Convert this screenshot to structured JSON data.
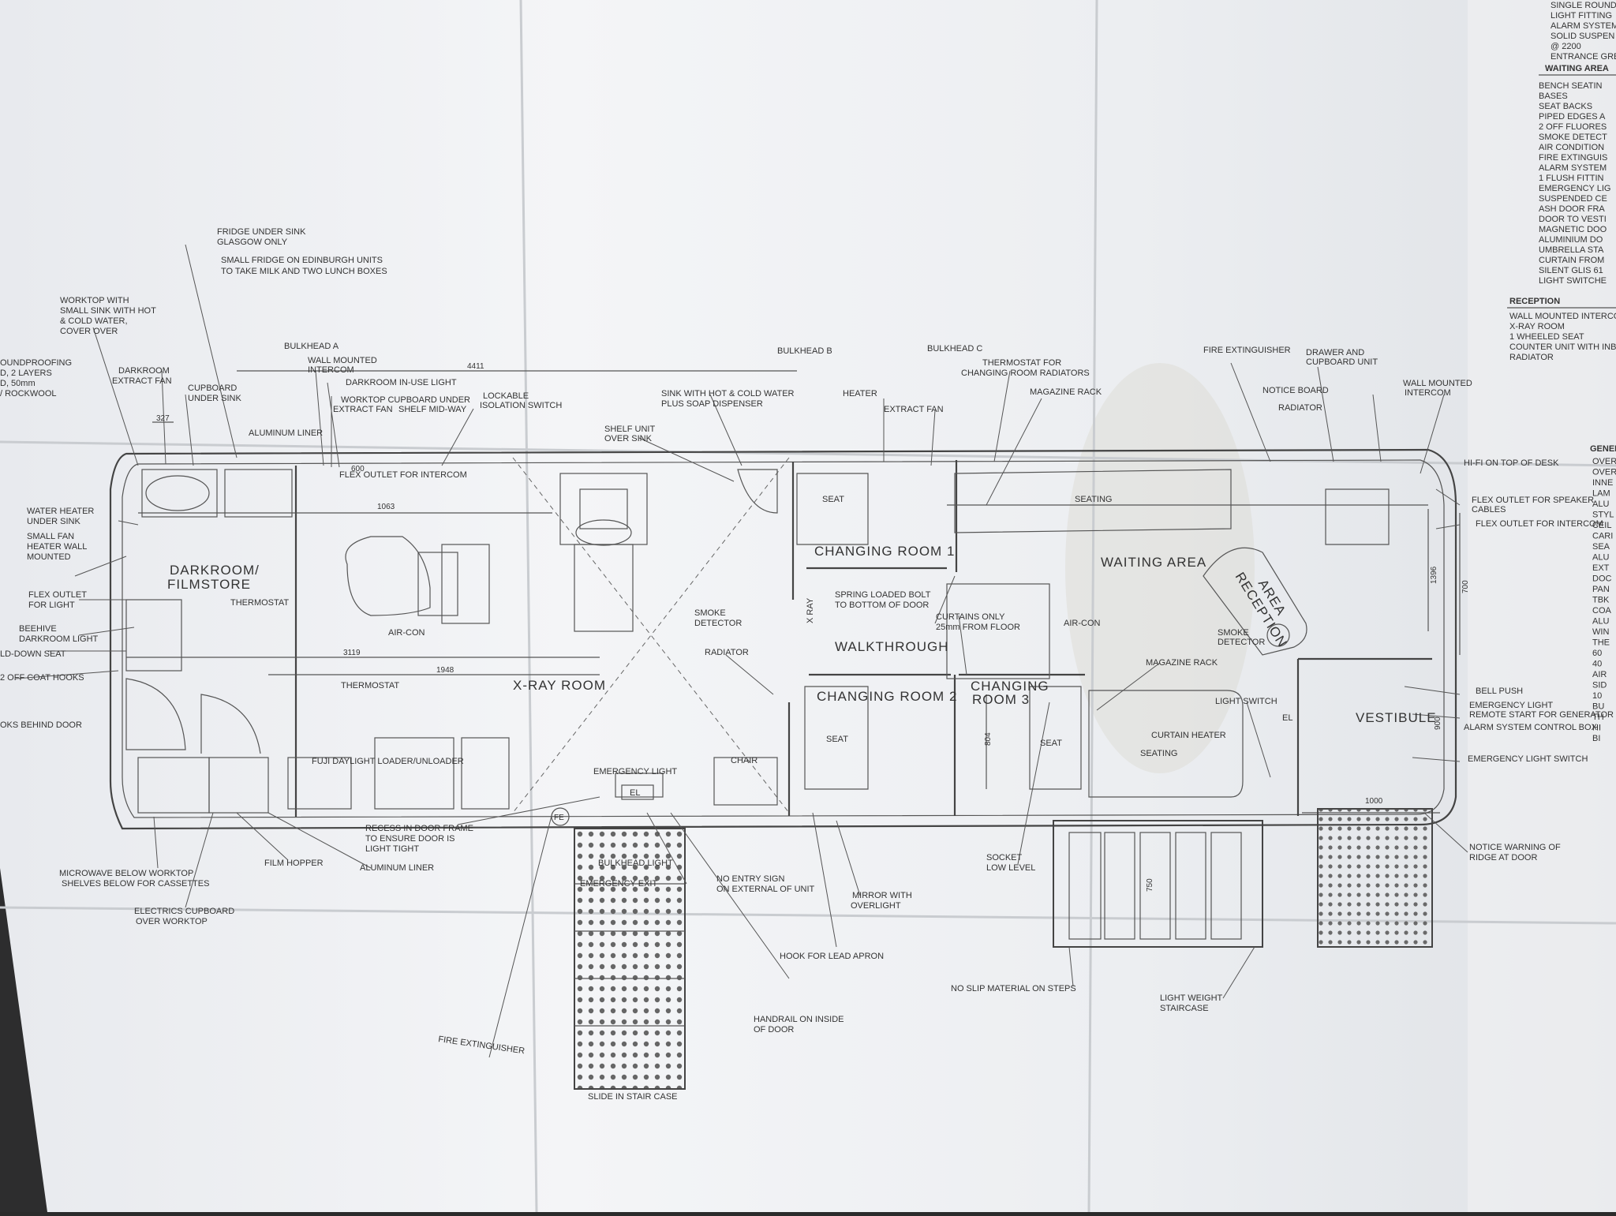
{
  "labels": {
    "fridge": "FRIDGE UNDER SINK",
    "glasgow": "GLASGOW ONLY",
    "small_fridge": "SMALL FRIDGE ON EDINBURGH UNITS",
    "milk": "TO TAKE MILK AND TWO LUNCH BOXES",
    "worktop1": "WORKTOP WITH",
    "worktop2": "SMALL SINK WITH HOT",
    "worktop3": "& COLD WATER,",
    "worktop4": "COVER OVER",
    "sound1": "OUNDPROOFING",
    "sound2": "D, 2 LAYERS",
    "sound3": "D, 50mm",
    "sound4": "/ ROCKWOOL",
    "dr_fan1": "DARKROOM",
    "dr_fan2": "EXTRACT FAN",
    "cupboard1": "CUPBOARD",
    "cupboard2": "UNDER SINK",
    "bulkhead_a": "BULKHEAD  A",
    "wall_intercom1": "WALL MOUNTED",
    "wall_intercom2": "INTERCOM",
    "dr_light": "DARKROOM IN-USE LIGHT",
    "worktop_cb": "WORKTOP CUPBOARD UNDER",
    "extract_shelf1": "EXTRACT FAN",
    "extract_shelf2": "SHELF MID-WAY",
    "lockable1": "LOCKABLE",
    "lockable2": "ISOLATION SWITCH",
    "alu_liner": "ALUMINUM LINER",
    "flex_intercom": "FLEX OUTLET FOR INTERCOM",
    "water_heater1": "WATER HEATER",
    "water_heater2": "UNDER SINK",
    "small_fan1": "SMALL FAN",
    "small_fan2": "HEATER WALL",
    "small_fan3": "MOUNTED",
    "flex_light1": "FLEX OUTLET",
    "flex_light2": "FOR LIGHT",
    "beehive1": "BEEHIVE",
    "beehive2": "DARKROOM LIGHT",
    "fold_seat": "LD-DOWN SEAT",
    "coat_hooks": "2 OFF COAT HOOKS",
    "hooks_door": "OKS BEHIND DOOR",
    "darkroom1": "DARKROOM/",
    "darkroom2": "FILMSTORE",
    "thermostat": "THERMOSTAT",
    "aircon": "AIR-CON",
    "xray_room": "X-RAY  ROOM",
    "fuji": "FUJI DAYLIGHT LOADER/UNLOADER",
    "microwave1": "MICROWAVE BELOW WORKTOP",
    "microwave2": "SHELVES BELOW FOR CASSETTES",
    "electrics1": "ELECTRICS CUPBOARD",
    "electrics2": "OVER WORKTOP",
    "film_hopper": "FILM HOPPER",
    "alu_liner2": "ALUMINUM LINER",
    "recess1": "RECESS IN DOOR FRAME",
    "recess2": "TO ENSURE DOOR IS",
    "recess3": "LIGHT TIGHT",
    "fire_ext": "FIRE EXTINGUISHER",
    "slide": "SLIDE IN STAIR CASE",
    "bulkhead_light": "BULKHEAD LIGHT",
    "emergency_exit": "EMERGENCY EXIT",
    "emergency_light": "EMERGENCY LIGHT",
    "no_entry1": "NO ENTRY SIGN",
    "no_entry2": "ON EXTERNAL OF UNIT",
    "handrail1": "HANDRAIL ON INSIDE",
    "handrail2": "OF DOOR",
    "hook_apron": "HOOK FOR LEAD APRON",
    "mirror1": "MIRROR WITH",
    "mirror2": "OVERLIGHT",
    "socket1": "SOCKET",
    "socket2": "LOW LEVEL",
    "no_slip": "NO SLIP MATERIAL ON STEPS",
    "light_stair1": "LIGHT WEIGHT",
    "light_stair2": "STAIRCASE",
    "notice_ridge1": "NOTICE WARNING OF",
    "notice_ridge2": "RIDGE AT DOOR",
    "sink_hot1": "SINK WITH HOT & COLD WATER",
    "sink_hot2": "PLUS SOAP DISPENSER",
    "shelf_unit1": "SHELF UNIT",
    "shelf_unit2": "OVER SINK",
    "bulkhead_b": "BULKHEAD  B",
    "bulkhead_c": "BULKHEAD  C",
    "heater": "HEATER",
    "extract_fan": "EXTRACT FAN",
    "thermo_cr1": "THERMOSTAT FOR",
    "thermo_cr2": "CHANGING ROOM RADIATORS",
    "magazine": "MAGAZINE RACK",
    "smoke1": "SMOKE",
    "smoke2": "DETECTOR",
    "spring1": "SPRING LOADED BOLT",
    "spring2": "TO BOTTOM OF DOOR",
    "curtains1": "CURTAINS ONLY",
    "curtains2": "25mm FROM FLOOR",
    "radiator": "RADIATOR",
    "changing1": "CHANGING ROOM  1",
    "changing2": "CHANGING ROOM  2",
    "changing3a": "CHANGING",
    "changing3b": "ROOM  3",
    "walkthrough": "WALKTHROUGH",
    "seat": "SEAT",
    "chair": "CHAIR",
    "seating": "SEATING",
    "waiting": "WAITING AREA",
    "reception_area1": "AREA",
    "reception_area2": "RECEPTION",
    "magazine2": "MAGAZINE RACK",
    "light_switch": "LIGHT SWITCH",
    "curtain_heater": "CURTAIN HEATER",
    "vestibule": "VESTIBULE",
    "fire_ext_top": "FIRE EXTINGUISHER",
    "drawer1": "DRAWER AND",
    "drawer2": "CUPBOARD UNIT",
    "notice_board": "NOTICE BOARD",
    "radiator2": "RADIATOR",
    "wall_intercom_r1": "WALL MOUNTED",
    "wall_intercom_r2": "INTERCOM",
    "hifi": "HI-FI ON TOP OF DESK",
    "flex_speaker1": "FLEX OUTLET FOR SPEAKER",
    "flex_speaker2": "CABLES",
    "flex_intercom2": "FLEX OUTLET FOR INTERCOM",
    "bell_push": "BELL PUSH",
    "emerg_light_r": "EMERGENCY LIGHT",
    "remote_start": "REMOTE START FOR GENERATOR",
    "alarm_box": "ALARM SYSTEM CONTROL BOX",
    "emerg_switch": "EMERGENCY LIGHT SWITCH",
    "x_ray_small": "X RAY",
    "el": "EL",
    "fe": "FE"
  },
  "dimensions": {
    "d4411": "4411",
    "d327": "327",
    "d600": "600",
    "d1063": "1063",
    "d3119": "3119",
    "d1948": "1948",
    "d1396": "1396",
    "d700": "700",
    "d804": "804",
    "d750": "750",
    "d1000": "1000",
    "d900": "900"
  },
  "spec_sheet": {
    "top_items": [
      "SINGLE ROUND",
      "LIGHT FITTING",
      "ALARM SYSTEM",
      "SOLID SUSPEN",
      "@ 2200",
      "ENTRANCE GRE"
    ],
    "waiting_heading": "WAITING AREA",
    "waiting_items": [
      "BENCH SEATIN",
      "BASES",
      "SEAT BACKS",
      "PIPED EDGES A",
      "2 OFF FLUORES",
      "SMOKE DETECT",
      "AIR CONDITION",
      "FIRE EXTINGUIS",
      "ALARM SYSTEM",
      "1 FLUSH FITTIN",
      "EMERGENCY LIG",
      "SUSPENDED CE",
      "ASH DOOR FRA",
      "DOOR TO VESTI",
      "MAGNETIC DOO",
      "ALUMINIUM DO",
      "UMBRELLA STA",
      "CURTAIN FROM",
      "SILENT GLIS 61",
      "LIGHT SWITCHE"
    ],
    "reception_heading": "RECEPTION",
    "reception_items": [
      "WALL MOUNTED INTERCOM TO",
      "X-RAY ROOM",
      "1 WHEELED SEAT",
      "COUNTER UNIT WITH INBUILT DRAW",
      "RADIATOR"
    ],
    "general_heading": "GENERA",
    "general_items": [
      "OVERA",
      "OVERA",
      "INNE",
      "LAM",
      "ALU",
      "STYL",
      "CEIL",
      "CARI",
      "SEA",
      "ALU",
      "EXT",
      "DOC",
      "PAN",
      "TBK",
      "COA",
      "ALU",
      "WIN",
      "THE",
      "60",
      "40",
      "AIR",
      "SID",
      "10",
      "BU",
      "TH",
      "HI",
      "BI"
    ]
  }
}
